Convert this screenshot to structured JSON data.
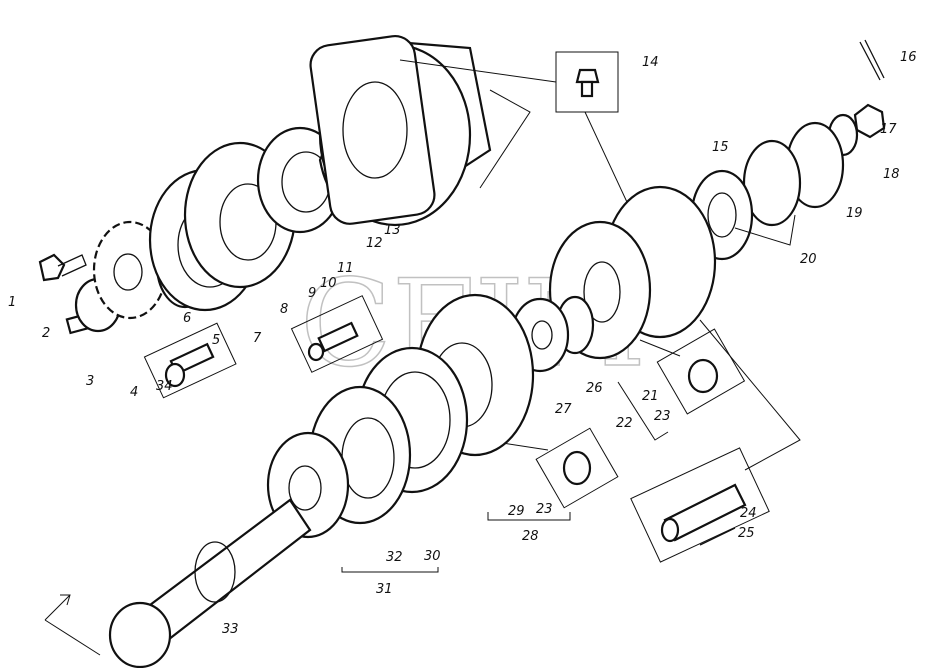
{
  "watermark": "CFJM",
  "labels": {
    "l1": "1",
    "l2": "2",
    "l3": "3",
    "l4": "4",
    "l5": "5",
    "l6": "6",
    "l7": "7",
    "l8": "8",
    "l9": "9",
    "l10": "10",
    "l11": "11",
    "l12": "12",
    "l13": "13",
    "l14": "14",
    "l15": "15",
    "l16": "16",
    "l17": "17",
    "l18": "18",
    "l19": "19",
    "l20": "20",
    "l21": "21",
    "l22": "22",
    "l23a": "23",
    "l23b": "23",
    "l24": "24",
    "l25": "25",
    "l26": "26",
    "l27": "27",
    "l28": "28",
    "l29": "29",
    "l30": "30",
    "l31": "31",
    "l32": "32",
    "l33": "33",
    "l34": "34"
  }
}
